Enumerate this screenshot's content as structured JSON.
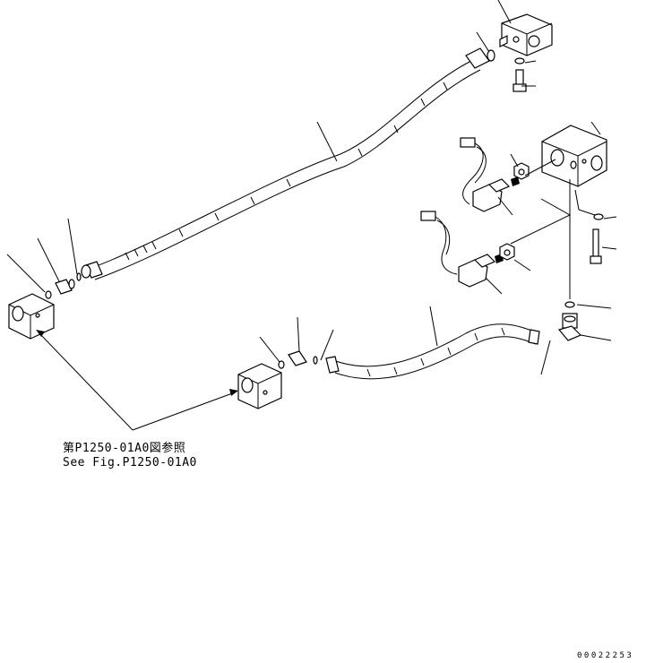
{
  "diagram": {
    "reference_note_ja": "第P1250-01A0図参照",
    "reference_note_en": "See Fig.P1250-01A0",
    "illustration_number": "00022253"
  },
  "colors": {
    "line": "#000000",
    "background": "#ffffff"
  }
}
